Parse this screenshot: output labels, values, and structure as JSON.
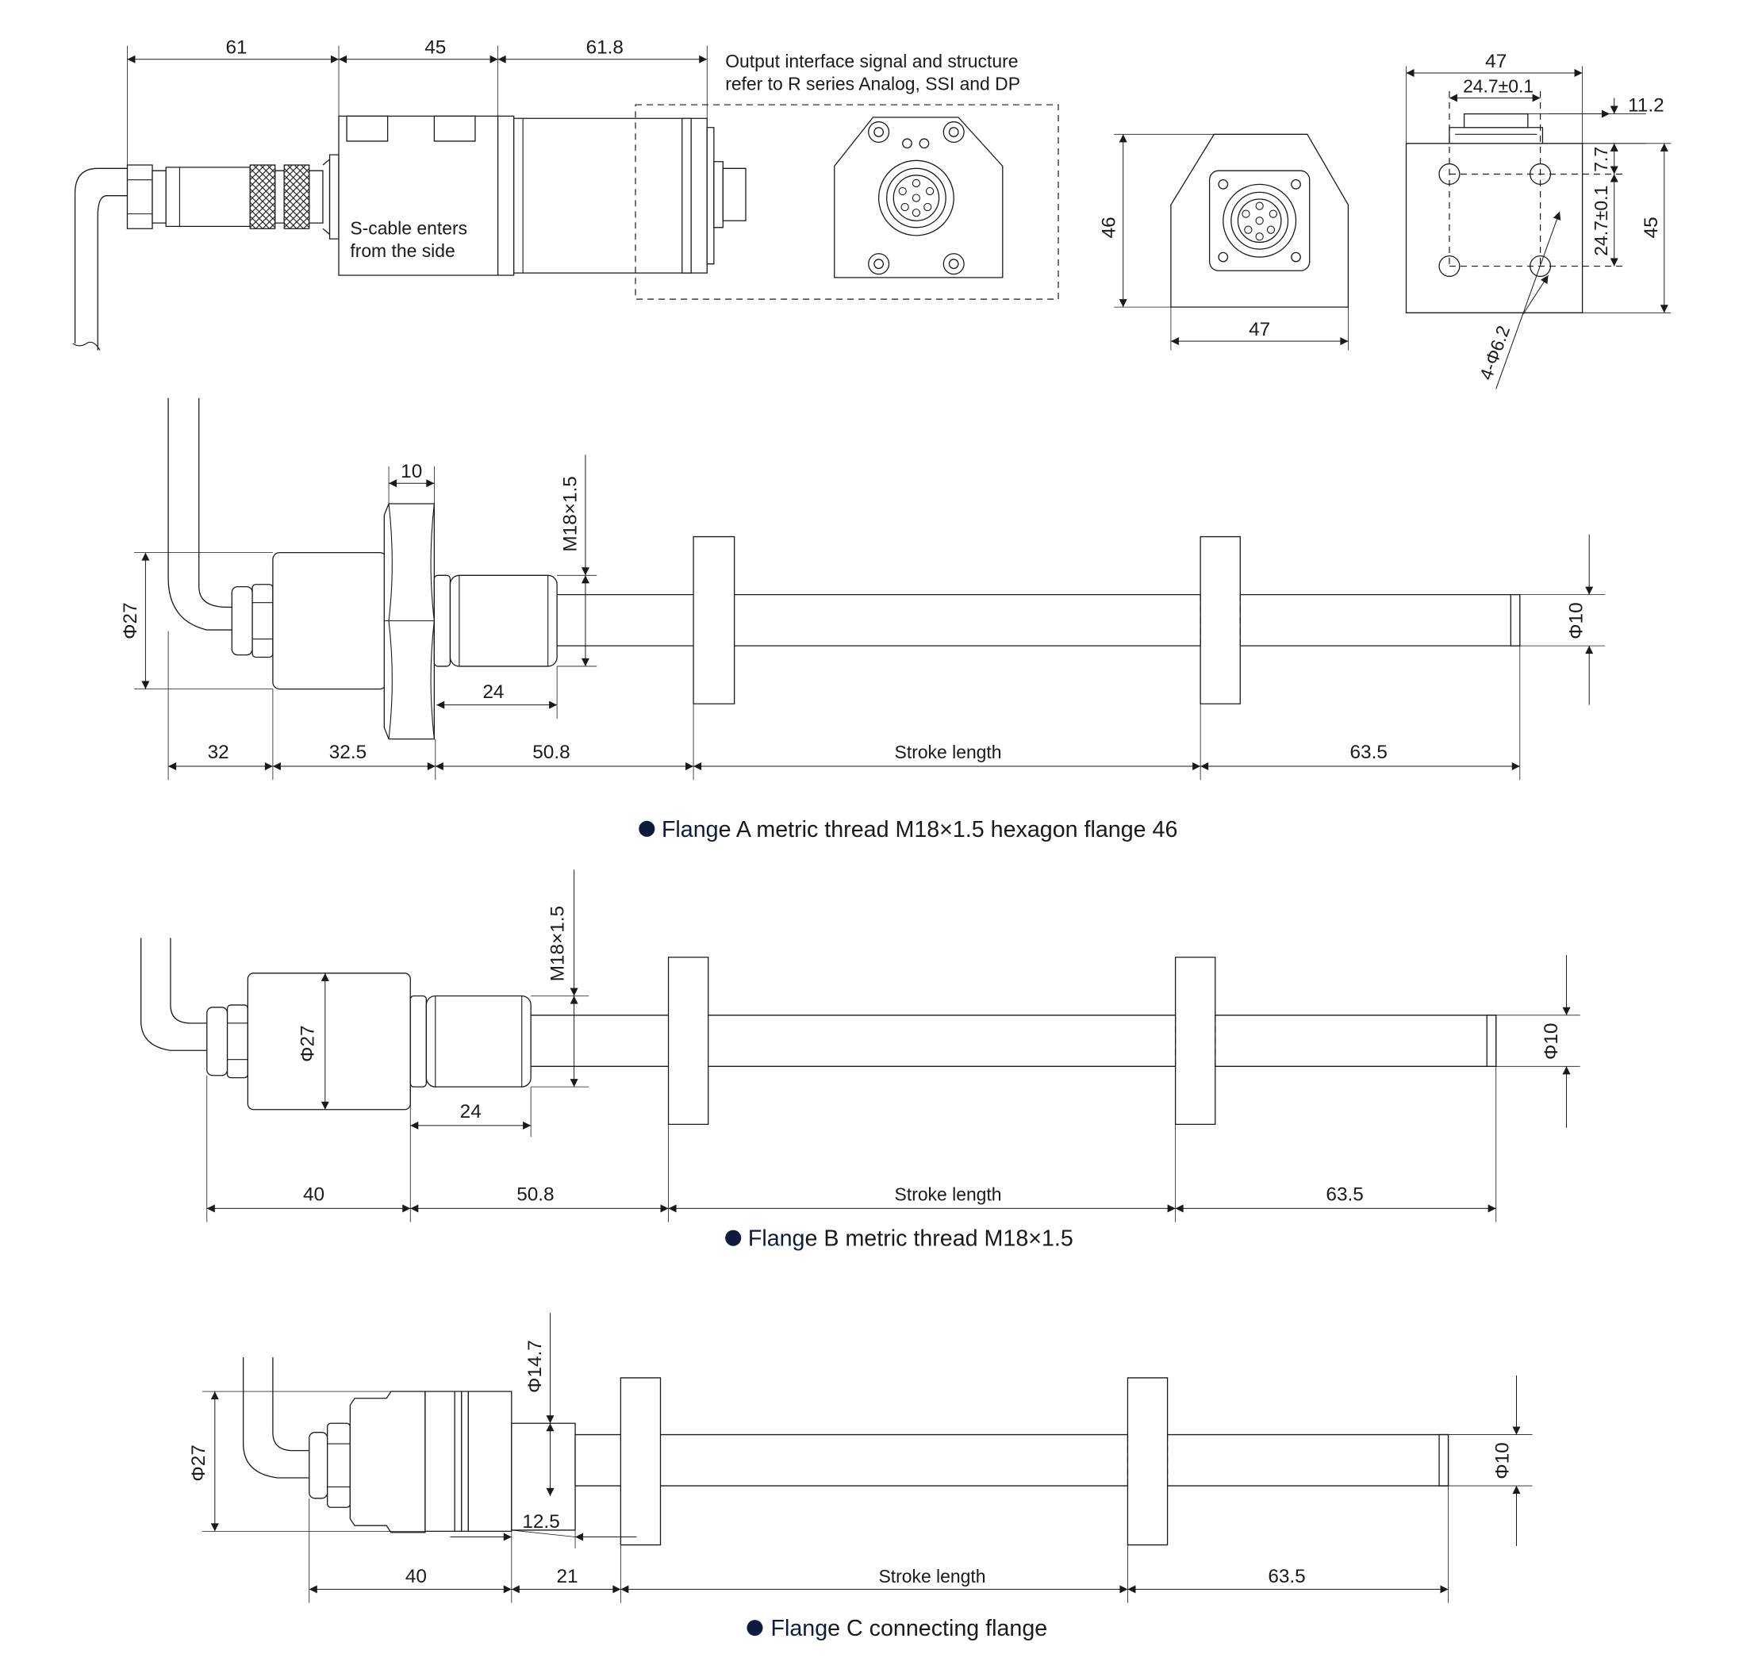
{
  "top_view": {
    "dims": {
      "d61": "61",
      "d45": "45",
      "d61_8": "61.8"
    },
    "note_output_line1": "Output interface signal and structure",
    "note_output_line2": "refer to R series Analog, SSI and DP",
    "note_cable_line1": "S-cable enters",
    "note_cable_line2": "from the side"
  },
  "front_view": {
    "dims": {
      "d46": "46",
      "d47": "47"
    }
  },
  "side_view": {
    "dims": {
      "d47": "47",
      "d24_7": "24.7±0.1",
      "d11_2": "11.2",
      "d7_7": "7.7",
      "d24_7v": "24.7±0.1",
      "d45": "45",
      "hole": "4-Φ6.2"
    }
  },
  "flange_a": {
    "caption_bold": "Flang",
    "caption_rest": "e A metric thread M18×1.5 hexagon flange 46",
    "dims": {
      "d10": "10",
      "thread": "M18×1.5",
      "dia27": "Φ27",
      "d24": "24",
      "dia10": "Φ10",
      "d32": "32",
      "d32_5": "32.5",
      "d50_8": "50.8",
      "stroke": "Stroke length",
      "d63_5": "63.5"
    }
  },
  "flange_b": {
    "caption_bold": "Flang",
    "caption_rest": "e B metric thread M18×1.5",
    "dims": {
      "thread": "M18×1.5",
      "dia27": "Φ27",
      "d24": "24",
      "dia10": "Φ10",
      "d40": "40",
      "d50_8": "50.8",
      "stroke": "Stroke length",
      "d63_5": "63.5"
    }
  },
  "flange_c": {
    "caption_bold": "Flang",
    "caption_rest": "e C connecting flange",
    "dims": {
      "dia14_7": "Φ14.7",
      "dia27": "Φ27",
      "d12_5": "12.5",
      "dia10": "Φ10",
      "d40": "40",
      "d21": "21",
      "stroke": "Stroke length",
      "d63_5": "63.5"
    }
  }
}
